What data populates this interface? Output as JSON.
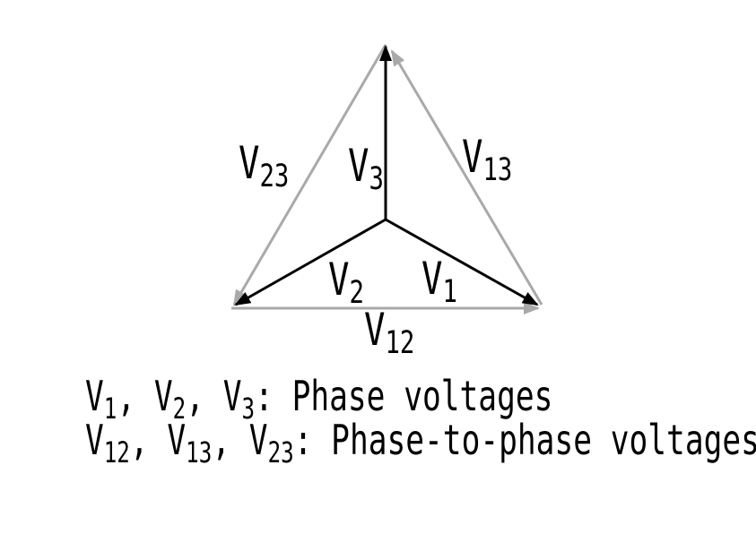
{
  "colors": {
    "phase": "#000000",
    "phase_to_phase": "#a9a9a9",
    "background": "#ffffff",
    "text": "#000000"
  },
  "diagram": {
    "labels": {
      "v1": {
        "base": "V",
        "sub": "1"
      },
      "v2": {
        "base": "V",
        "sub": "2"
      },
      "v3": {
        "base": "V",
        "sub": "3"
      },
      "v12": {
        "base": "V",
        "sub": "12"
      },
      "v13": {
        "base": "V",
        "sub": "13"
      },
      "v23": {
        "base": "V",
        "sub": "23"
      }
    },
    "phasors": [
      {
        "name": "V1",
        "kind": "phase",
        "from": "neutral-center",
        "to": "bottom-right-vertex"
      },
      {
        "name": "V2",
        "kind": "phase",
        "from": "neutral-center",
        "to": "bottom-left-vertex"
      },
      {
        "name": "V3",
        "kind": "phase",
        "from": "neutral-center",
        "to": "top-vertex"
      },
      {
        "name": "V12",
        "kind": "phase-to-phase",
        "from": "bottom-left-vertex",
        "to": "bottom-right-vertex"
      },
      {
        "name": "V13",
        "kind": "phase-to-phase",
        "from": "bottom-right-vertex",
        "to": "top-vertex"
      },
      {
        "name": "V23",
        "kind": "phase-to-phase",
        "from": "top-vertex",
        "to": "bottom-left-vertex"
      }
    ]
  },
  "legend": {
    "line1": {
      "terms": [
        {
          "base": "V",
          "sub": "1",
          "sep": ", "
        },
        {
          "base": "V",
          "sub": "2",
          "sep": ", "
        },
        {
          "base": "V",
          "sub": "3",
          "sep": ""
        }
      ],
      "description": ": Phase voltages"
    },
    "line2": {
      "terms": [
        {
          "base": "V",
          "sub": "12",
          "sep": ", "
        },
        {
          "base": "V",
          "sub": "13",
          "sep": ", "
        },
        {
          "base": "V",
          "sub": "23",
          "sep": ""
        }
      ],
      "description": ": Phase-to-phase voltages"
    }
  }
}
